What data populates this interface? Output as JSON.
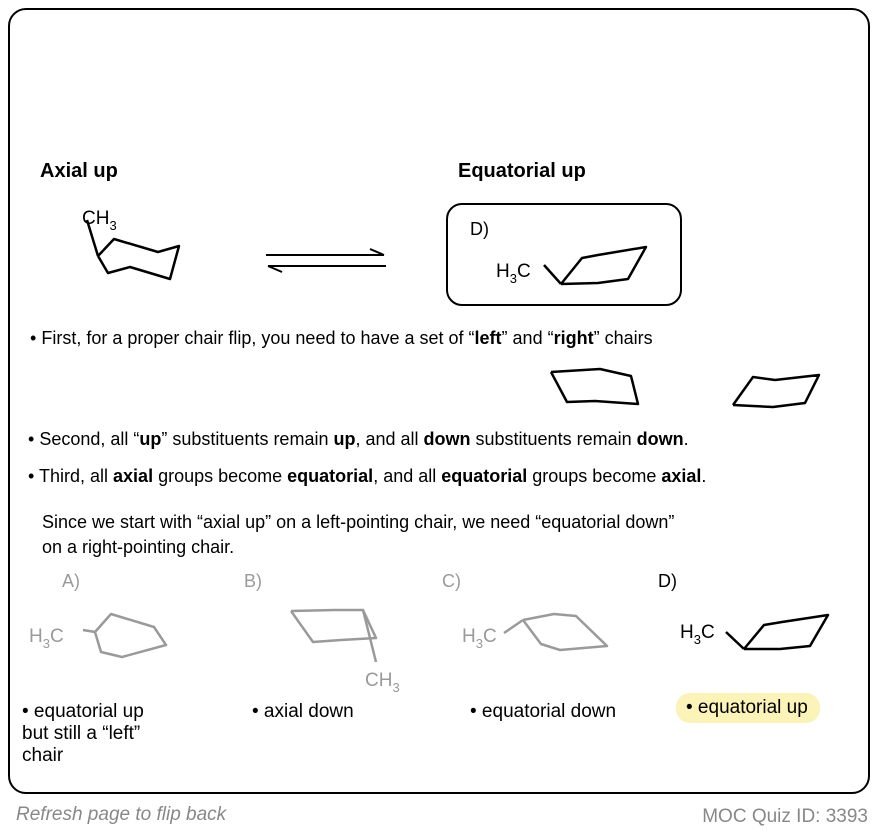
{
  "header": {
    "axial_up": "Axial up",
    "equatorial_up": "Equatorial up"
  },
  "answer_box": {
    "label": "D)"
  },
  "chem": {
    "ch3_main": "CH",
    "h_prefix": "H",
    "c_suffix": "C",
    "sub3": "3",
    "ch3": "CH"
  },
  "bullets": {
    "first": {
      "pre": "First, for a proper chair flip, you need to have a set of “",
      "b1": "left",
      "mid": "” and “",
      "b2": "right",
      "post": "” chairs"
    },
    "second": {
      "pre": "Second, all “",
      "b1": "up",
      "mid1": "” substituents remain ",
      "b2": "up",
      "mid2": ", and all ",
      "b3": "down",
      "mid3": " substituents remain ",
      "b4": "down",
      "post": "."
    },
    "third": {
      "pre": "Third, all ",
      "b1": "axial",
      "mid1": " groups become ",
      "b2": "equatorial",
      "mid2": ", and all ",
      "b3": "equatorial",
      "mid3": " groups become ",
      "b4": "axial",
      "post": "."
    }
  },
  "explanation": {
    "line1": "Since we start with “axial up” on a left-pointing chair, we need “equatorial down”",
    "line2": "on a right-pointing chair."
  },
  "options": [
    {
      "label": "A)",
      "caption_lines": [
        "• equatorial up",
        "but still a “left”",
        "chair"
      ]
    },
    {
      "label": "B)",
      "caption_lines": [
        "• axial down"
      ]
    },
    {
      "label": "C)",
      "caption_lines": [
        "• equatorial down"
      ]
    },
    {
      "label": "D)",
      "caption_lines": [
        "• equatorial up"
      ]
    }
  ],
  "bullet_char": "•",
  "footer": {
    "left": "Refresh page to flip back",
    "right": "MOC Quiz ID: 3393"
  },
  "colors": {
    "highlight": "#fbf3b8",
    "gray": "#9a9a9a",
    "footer": "#888888"
  }
}
